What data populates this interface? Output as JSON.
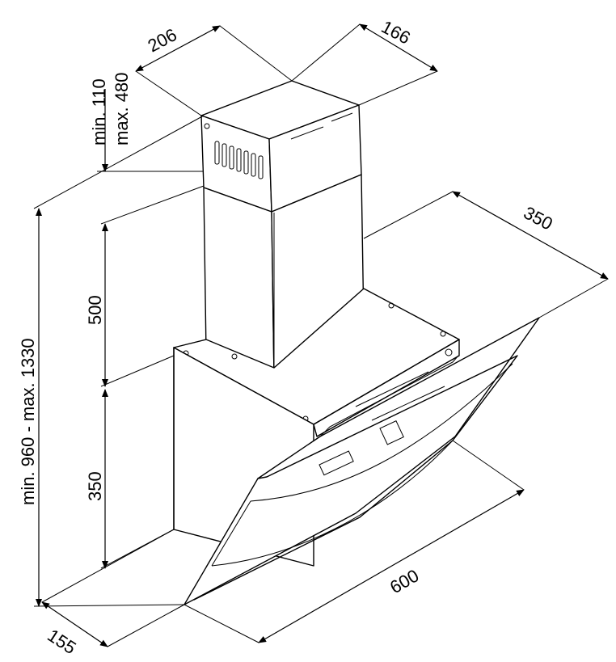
{
  "dimensions": {
    "top_width": "206",
    "top_depth": "166",
    "chimney_min": "min. 110",
    "chimney_max": "max. 480",
    "chimney_height": "500",
    "canopy_depth": "350",
    "total_height": "min. 960 - max. 1330",
    "body_height": "350",
    "width": "600",
    "base_depth": "155"
  },
  "colors": {
    "line": "#000000",
    "background": "#ffffff"
  }
}
